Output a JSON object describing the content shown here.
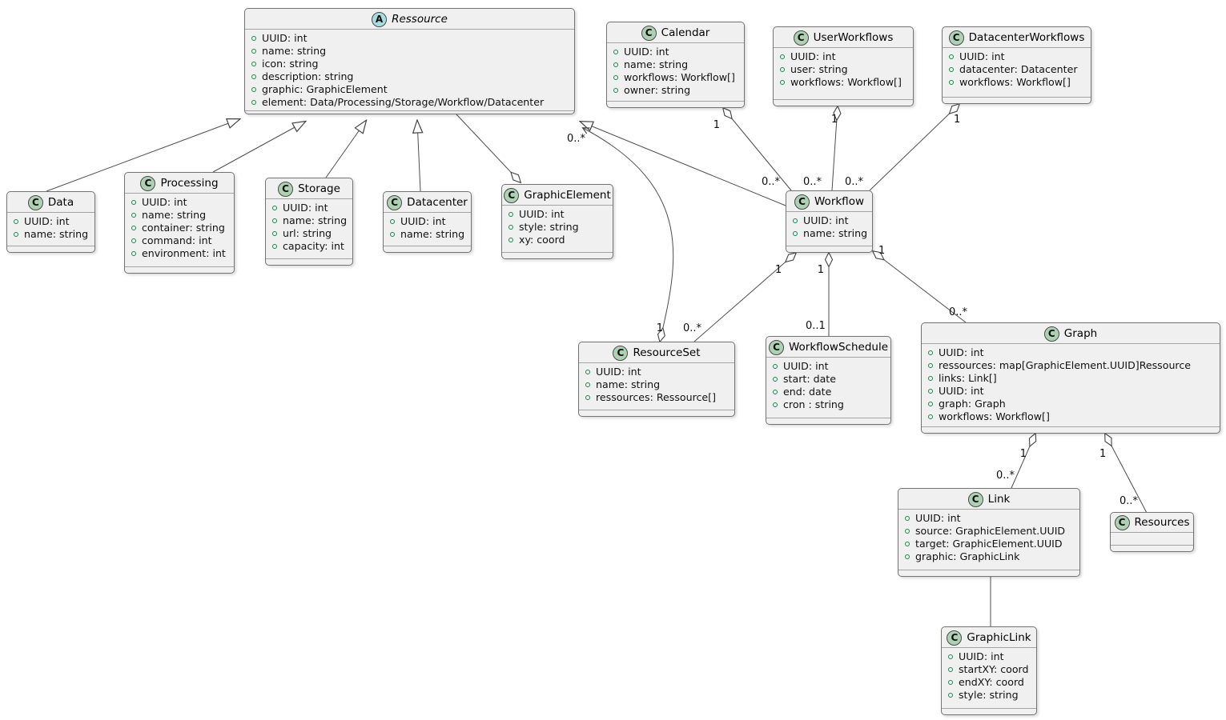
{
  "diagram": {
    "type": "uml-class-diagram",
    "colors": {
      "background": "#FFFFFF",
      "box_fill": "#F0F0F0",
      "box_border": "#737373",
      "class_badge_fill": "#ADD1B2",
      "abstract_badge_fill": "#A9DCDF",
      "attr_circle": "#128A49",
      "edge": "#4D4D4D"
    },
    "badges": {
      "class_letter": "C",
      "abstract_letter": "A"
    }
  },
  "classes": {
    "ressource": {
      "name": "Ressource",
      "kind": "abstract",
      "attrs": [
        "UUID: int",
        "name: string",
        "icon: string",
        "description: string",
        "graphic: GraphicElement",
        "element: Data/Processing/Storage/Workflow/Datacenter"
      ]
    },
    "calendar": {
      "name": "Calendar",
      "kind": "class",
      "attrs": [
        "UUID: int",
        "name: string",
        "workflows: Workflow[]",
        "owner: string"
      ]
    },
    "user_workflows": {
      "name": "UserWorkflows",
      "kind": "class",
      "attrs": [
        "UUID: int",
        "user: string",
        "workflows: Workflow[]"
      ]
    },
    "datacenter_workflows": {
      "name": "DatacenterWorkflows",
      "kind": "class",
      "attrs": [
        "UUID: int",
        "datacenter: Datacenter",
        "workflows: Workflow[]"
      ]
    },
    "data": {
      "name": "Data",
      "kind": "class",
      "attrs": [
        "UUID: int",
        "name: string"
      ]
    },
    "processing": {
      "name": "Processing",
      "kind": "class",
      "attrs": [
        "UUID: int",
        "name: string",
        "container: string",
        "command: int",
        "environment: int"
      ]
    },
    "storage": {
      "name": "Storage",
      "kind": "class",
      "attrs": [
        "UUID: int",
        "name: string",
        "url: string",
        "capacity: int"
      ]
    },
    "datacenter": {
      "name": "Datacenter",
      "kind": "class",
      "attrs": [
        "UUID: int",
        "name: string"
      ]
    },
    "graphic_element": {
      "name": "GraphicElement",
      "kind": "class",
      "attrs": [
        "UUID: int",
        "style: string",
        "xy: coord"
      ]
    },
    "workflow": {
      "name": "Workflow",
      "kind": "class",
      "attrs": [
        "UUID: int",
        "name: string"
      ]
    },
    "resource_set": {
      "name": "ResourceSet",
      "kind": "class",
      "attrs": [
        "UUID: int",
        "name: string",
        "ressources: Ressource[]"
      ]
    },
    "workflow_schedule": {
      "name": "WorkflowSchedule",
      "kind": "class",
      "attrs": [
        "UUID: int",
        "start: date",
        "end: date",
        "cron : string"
      ]
    },
    "graph": {
      "name": "Graph",
      "kind": "class",
      "attrs": [
        "UUID: int",
        "ressources: map[GraphicElement.UUID]Ressource",
        "links: Link[]",
        "UUID: int",
        "graph: Graph",
        "workflows: Workflow[]"
      ]
    },
    "link": {
      "name": "Link",
      "kind": "class",
      "attrs": [
        "UUID: int",
        "source: GraphicElement.UUID",
        "target: GraphicElement.UUID",
        "graphic: GraphicLink"
      ]
    },
    "resources": {
      "name": "Resources",
      "kind": "class",
      "attrs": []
    },
    "graphic_link": {
      "name": "GraphicLink",
      "kind": "class",
      "attrs": [
        "UUID: int",
        "startXY: coord",
        "endXY: coord",
        "style: string"
      ]
    }
  },
  "edges": {
    "resourceset_to_ressource": {
      "source_label": "1",
      "target_label": "0..*"
    },
    "calendar_to_workflow": {
      "source_label": "1",
      "target_label": "0..*"
    },
    "userworkflows_to_workflow": {
      "source_label": "1",
      "target_label": "0..*"
    },
    "datacenterworkflows_to_workflow": {
      "source_label": "1",
      "target_label": "0..*"
    },
    "workflow_to_resourceset": {
      "source_label": "1",
      "target_label": "0..*"
    },
    "workflow_to_schedule": {
      "source_label": "1",
      "target_label": "0..1"
    },
    "workflow_to_graph": {
      "source_label": "1",
      "target_label": "0..*"
    },
    "graph_to_link": {
      "source_label": "1",
      "target_label": "0..*"
    },
    "graph_to_resources": {
      "source_label": "1",
      "target_label": "0..*"
    }
  }
}
